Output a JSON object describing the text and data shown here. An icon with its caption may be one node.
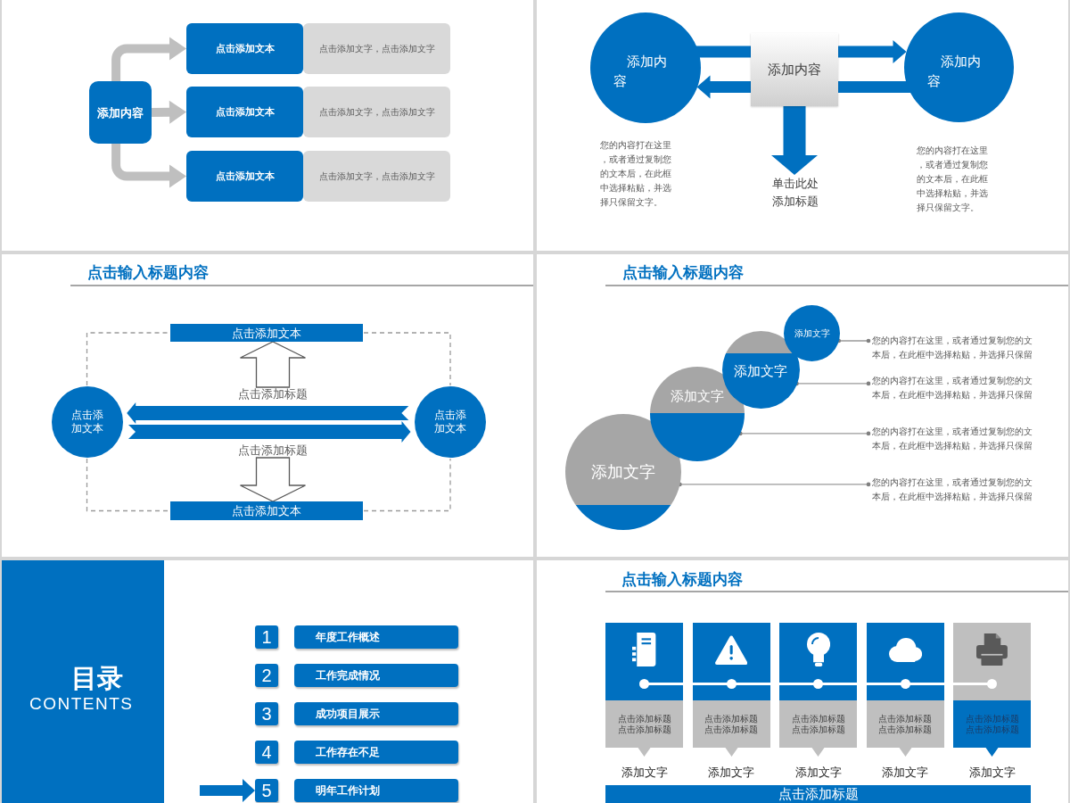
{
  "diagram": {
    "nodes": [
      {
        "text": [
          "添加内容"
        ]
      },
      {
        "text": [
          "点击添加文本"
        ]
      },
      {
        "text": [
          "点击添加文字，点击添加文字"
        ]
      },
      {
        "text": [
          "点击添加文本"
        ]
      },
      {
        "text": [
          "点击添加文字，点击添加文字"
        ]
      },
      {
        "text": [
          "点击添加文本"
        ]
      },
      {
        "text": [
          "点击添加文字，点击添加文字"
        ]
      },
      {
        "text": [
          "添加内容"
        ],
        "beside": [
          "您的内容打在这里，或者通过复制您的文本后，在此框中选择粘贴，并选择只保留文字。"
        ]
      },
      {
        "text": [
          "添加内容"
        ]
      },
      {
        "text": [
          "添加内容"
        ],
        "beside": [
          "您的内容打在这里，或者通过复制您的文本后，在此框中选择粘贴，并选择只保留文字。"
        ]
      },
      {
        "text": [
          "单击此处添加标题"
        ]
      },
      {
        "text": [
          "点击添加文本"
        ]
      },
      {
        "text": [
          "点击添加文本"
        ]
      },
      {
        "text": [
          "点击添加标题"
        ]
      },
      {
        "text": [
          "点击添加文本"
        ]
      },
      {
        "text": [
          "点击添加标题"
        ]
      },
      {
        "text": [
          "点击添加文本"
        ]
      },
      {
        "text": [
          "添加文字"
        ]
      },
      {
        "text": [
          "您的内容打在这里，或者通过复制您的文本后，在此框中选择粘贴，并选择只保留"
        ]
      },
      {
        "text": [
          "添加文字"
        ]
      },
      {
        "text": [
          "您的内容打在这里，或者通过复制您的文本后，在此框中选择粘贴，并选择只保留"
        ]
      },
      {
        "text": [
          "添加文字"
        ]
      },
      {
        "text": [
          "您的内容打在这里，或者通过复制您的文本后，在此框中选择粘贴，并选择只保留"
        ]
      },
      {
        "text": [
          "添加文字"
        ]
      },
      {
        "text": [
          "您的内容打在这里，或者通过复制您的文本后，在此框中选择粘贴，并选择只保留"
        ]
      },
      {
        "text": [
          "目录",
          "CONTENTS"
        ]
      },
      {
        "text": [
          "1"
        ]
      },
      {
        "text": [
          "年度工作概述"
        ]
      },
      {
        "text": [
          "2"
        ]
      },
      {
        "text": [
          "工作完成情况"
        ]
      },
      {
        "text": [
          "3"
        ]
      },
      {
        "text": [
          "成功项目展示"
        ]
      },
      {
        "text": [
          "4"
        ]
      },
      {
        "text": [
          "工作存在不足"
        ]
      },
      {
        "text": [
          "5"
        ]
      },
      {
        "text": [
          "明年工作计划"
        ]
      },
      {
        "text": [
          "点击添加标题",
          "点击添加标题"
        ],
        "beside": [
          "添加文字"
        ]
      },
      {
        "text": [
          "点击添加标题",
          "点击添加标题"
        ],
        "beside": [
          "添加文字"
        ]
      },
      {
        "text": [
          "点击添加标题",
          "点击添加标题"
        ],
        "beside": [
          "添加文字"
        ]
      },
      {
        "text": [
          "点击添加标题",
          "点击添加标题"
        ],
        "beside": [
          "添加文字"
        ]
      },
      {
        "text": [
          "点击添加标题",
          "点击添加标题"
        ],
        "beside": [
          "添加文字"
        ]
      },
      {
        "text": [
          "点击添加标题"
        ]
      }
    ],
    "edges": [
      {
        "from": 0,
        "to": 1,
        "arrow": "to",
        "style": "thick",
        "color": "#bfbfbf"
      },
      {
        "from": 0,
        "to": 3,
        "arrow": "to",
        "style": "thick",
        "color": "#bfbfbf"
      },
      {
        "from": 0,
        "to": 5,
        "arrow": "to",
        "style": "thick",
        "color": "#bfbfbf"
      },
      {
        "from": 7,
        "to": 8,
        "arrow": "none",
        "style": "thick",
        "color": "#0070c0"
      },
      {
        "from": 8,
        "to": 9,
        "arrow": "to",
        "style": "thick",
        "color": "#0070c0"
      },
      {
        "from": 9,
        "to": 8,
        "arrow": "none",
        "style": "thick",
        "color": "#0070c0"
      },
      {
        "from": 8,
        "to": 7,
        "arrow": "to",
        "style": "thick",
        "color": "#0070c0"
      },
      {
        "from": 8,
        "to": 10,
        "arrow": "to",
        "style": "thick",
        "color": "#0070c0"
      },
      {
        "from": 12,
        "to": 11,
        "arrow": "none",
        "style": "dashed"
      },
      {
        "from": 11,
        "to": 14,
        "arrow": "none",
        "style": "dashed"
      },
      {
        "from": 12,
        "to": 16,
        "arrow": "none",
        "style": "dashed"
      },
      {
        "from": 16,
        "to": 14,
        "arrow": "none",
        "style": "dashed"
      },
      {
        "from": 13,
        "to": 11,
        "arrow": "to",
        "style": "thick",
        "color": "#595959"
      },
      {
        "from": 15,
        "to": 16,
        "arrow": "to",
        "style": "thick",
        "color": "#595959"
      },
      {
        "from": 14,
        "to": 12,
        "arrow": "to",
        "style": "thick",
        "color": "#0070c0"
      },
      {
        "from": 12,
        "to": 14,
        "arrow": "to",
        "style": "thick",
        "color": "#0070c0"
      },
      {
        "from": 18,
        "to": 17,
        "arrow": "other"
      },
      {
        "from": 20,
        "to": 19,
        "arrow": "other"
      },
      {
        "from": 22,
        "to": 21,
        "arrow": "other"
      },
      {
        "from": 24,
        "to": 23,
        "arrow": "other"
      },
      {
        "from": null,
        "to": 34,
        "arrow": "to",
        "style": "thick",
        "color": "#0070c0"
      }
    ],
    "labels": [
      "点击输入标题内容",
      "点击输入标题内容",
      "点击输入标题内容"
    ]
  }
}
